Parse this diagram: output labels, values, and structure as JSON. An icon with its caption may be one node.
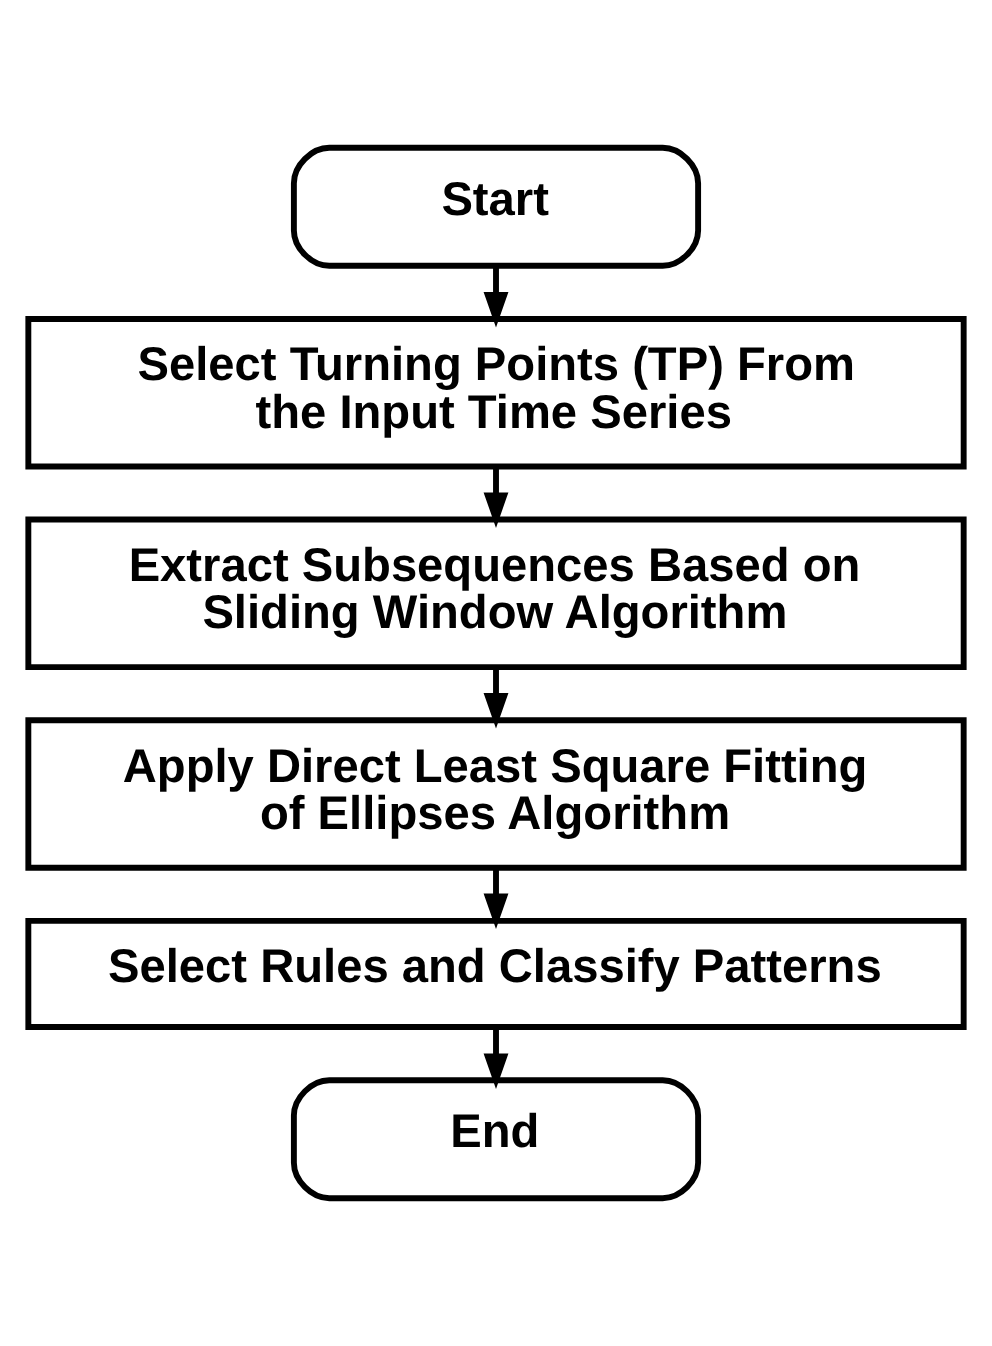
{
  "diagram": {
    "nodes": [
      {
        "text": [
          "Start"
        ]
      },
      {
        "text": [
          "Select Turning Points (TP) From the Input Time Series"
        ]
      },
      {
        "text": [
          "Extract Subsequences Based on Sliding Window Algorithm"
        ]
      },
      {
        "text": [
          "Apply Direct Least Square Fitting of Ellipses Algorithm"
        ]
      },
      {
        "text": [
          "Select Rules and Classify Patterns"
        ]
      },
      {
        "text": [
          "End"
        ]
      }
    ],
    "edges": [
      {
        "from": 0,
        "to": 1,
        "arrow": "to"
      },
      {
        "from": 1,
        "to": 2,
        "arrow": "to"
      },
      {
        "from": 2,
        "to": 3,
        "arrow": "to"
      },
      {
        "from": 3,
        "to": 4,
        "arrow": "to"
      },
      {
        "from": 4,
        "to": 5,
        "arrow": "to"
      }
    ]
  }
}
